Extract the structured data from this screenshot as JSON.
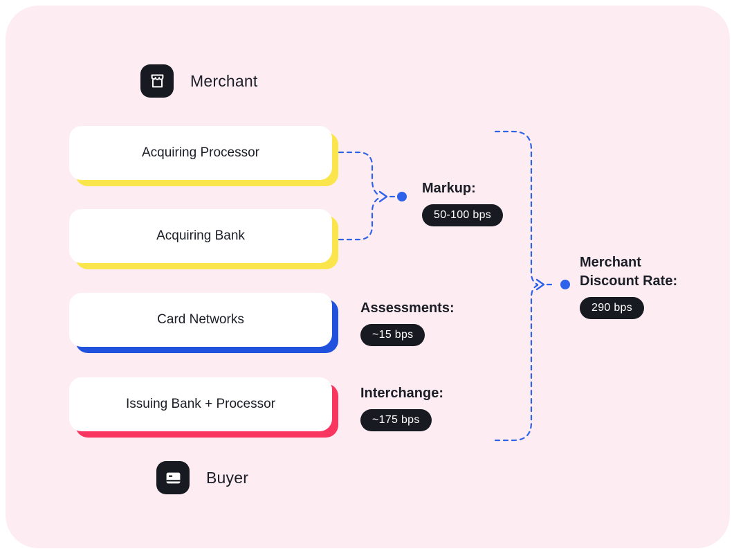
{
  "colors": {
    "page-bg": "#ffffff",
    "panel-bg": "#fdedf2",
    "ink": "#1b1e27",
    "dark": "#171a21",
    "accent": "#2e62ea",
    "yellow": "#fbe54d",
    "blue": "#2152dd",
    "rose": "#f8365f",
    "white": "#ffffff"
  },
  "entities": {
    "merchant": {
      "label": "Merchant",
      "icon": "storefront-icon"
    },
    "buyer": {
      "label": "Buyer",
      "icon": "credit-card-icon"
    }
  },
  "cards": [
    {
      "label": "Acquiring Processor",
      "accent": "#fbe54d"
    },
    {
      "label": "Acquiring Bank",
      "accent": "#fbe54d"
    },
    {
      "label": "Card Networks",
      "accent": "#2152dd"
    },
    {
      "label": "Issuing Bank + Processor",
      "accent": "#f8365f"
    }
  ],
  "fees": {
    "markup": {
      "label": "Markup:",
      "value": "50-100 bps"
    },
    "assessments": {
      "label": "Assessments:",
      "value": "~15 bps"
    },
    "interchange": {
      "label": "Interchange:",
      "value": "~175 bps"
    },
    "merchant_discount_rate": {
      "label": "Merchant\nDiscount Rate:",
      "value": "290 bps"
    }
  }
}
